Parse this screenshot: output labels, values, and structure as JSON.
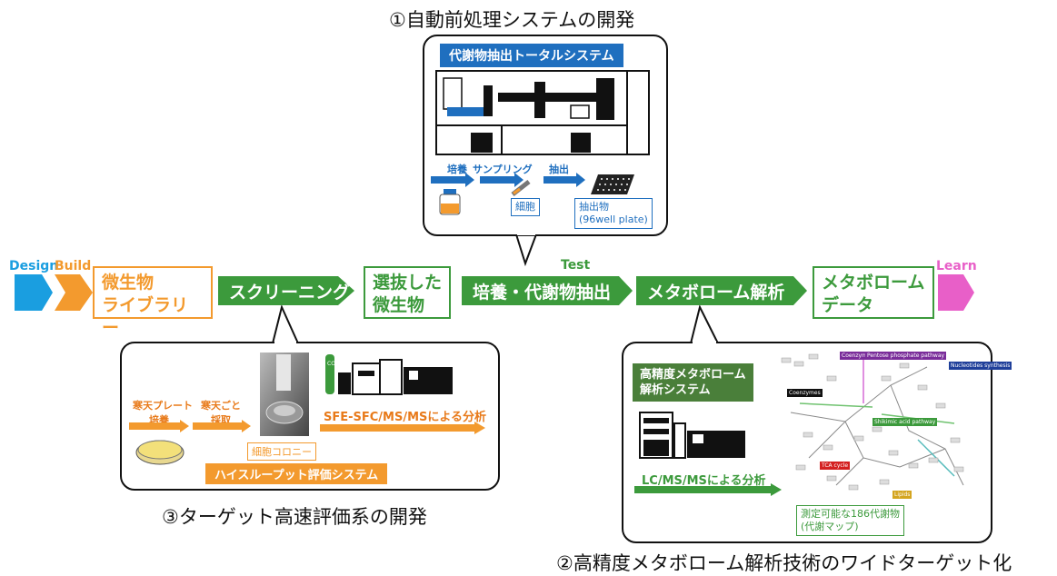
{
  "titles": {
    "top": "①自動前処理システムの開発",
    "bottom_left": "③ターゲット高速評価系の開発",
    "bottom_right": "②高精度メタボローム解析技術のワイドターゲット化"
  },
  "flow": {
    "design": "Design",
    "build": "Build",
    "test": "Test",
    "learn": "Learn",
    "library_line1": "微生物",
    "library_line2": "ライブラリー",
    "screening": "スクリーニング",
    "selected_line1": "選抜した",
    "selected_line2": "微生物",
    "culture_extract": "培養・代謝物抽出",
    "metabolome_analysis": "メタボローム解析",
    "data_line1": "メタボローム",
    "data_line2": "データ"
  },
  "panel_top": {
    "header": "代謝物抽出トータルシステム",
    "step_culture": "培養",
    "step_sampling": "サンプリング",
    "step_extract": "抽出",
    "cells_label": "細胞",
    "extract_line1": "抽出物",
    "extract_line2": "(96well plate)"
  },
  "panel_left": {
    "step1_line1": "寒天プレート",
    "step1_line2": "培養",
    "step2_line1": "寒天ごと",
    "step2_line2": "採取",
    "analysis": "SFE-SFC/MS/MSによる分析",
    "colony_label": "細胞コロニー",
    "system_label": "ハイスループット評価システム",
    "co2": "CO2"
  },
  "panel_right": {
    "header_line1": "高精度メタボローム",
    "header_line2": "解析システム",
    "analysis": "LC/MS/MSによる分析",
    "note_line1": "測定可能な186代謝物",
    "note_line2": "(代謝マップ)",
    "map_labels": [
      "Coenzymes",
      "Pentose phosphate pathway",
      "Nucleotides synthesis",
      "Coenzymes",
      "TCA cycle",
      "Shikimic acid pathway",
      "Lipids"
    ]
  },
  "colors": {
    "blue": "#1f6fbf",
    "orange": "#f39a2e",
    "green": "#3c9a3c",
    "learn_pink": "#e85fc8",
    "design_blue": "#1a9ee0"
  }
}
